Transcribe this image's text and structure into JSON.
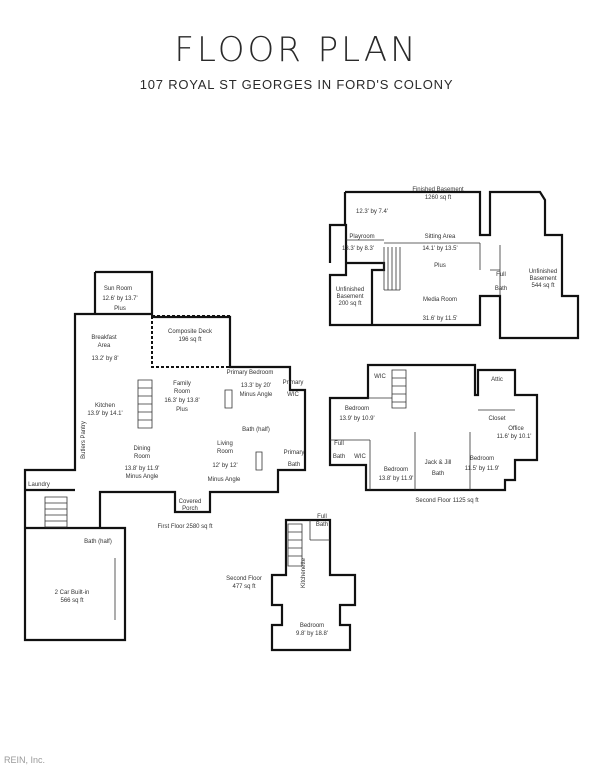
{
  "header": {
    "title": "FLOOR PLAN",
    "address": "107 ROYAL ST GEORGES IN FORD'S COLONY"
  },
  "basement": {
    "title": "Finished Basement",
    "sqft": "1260 sq ft",
    "rooms": [
      {
        "id": "dim-a",
        "line1": "12.3' by 7.4'",
        "line2": ""
      },
      {
        "id": "playroom",
        "line1": "Playroom",
        "line2": "13.3' by 8.3'"
      },
      {
        "id": "sitting",
        "line1": "Sitting Area",
        "line2": "14.1' by 13.5'",
        "line3": "Plus"
      },
      {
        "id": "full-bath",
        "line1": "Full",
        "line2": "Bath"
      },
      {
        "id": "unf-right",
        "line1": "Unfinished",
        "line2": "Basement",
        "line3": "544 sq ft"
      },
      {
        "id": "unf-left",
        "line1": "Unfinished",
        "line2": "Basement",
        "line3": "200 sq ft"
      },
      {
        "id": "media",
        "line1": "Media Room",
        "line2": "31.6' by 11.5'"
      }
    ]
  },
  "first_floor": {
    "caption": "First Floor 2580 sq ft",
    "deck_title": "Composite Deck",
    "deck_sqft": "196 sq ft",
    "rooms": [
      {
        "id": "sun",
        "line1": "Sun Room",
        "line2": "12.6' by 13.7'",
        "line3": "Plus"
      },
      {
        "id": "breakfast",
        "line1": "Breakfast",
        "line2": "Area",
        "line3": "13.2' by 8'"
      },
      {
        "id": "primary-bed",
        "line1": "Primary Bedroom",
        "line2": "13.3' by 20'",
        "line3": "Minus Angle"
      },
      {
        "id": "primary-wic",
        "line1": "Primary",
        "line2": "WIC"
      },
      {
        "id": "family",
        "line1": "Family",
        "line2": "Room",
        "line3": "16.3' by 13.8'",
        "line4": "Plus"
      },
      {
        "id": "kitchen",
        "line1": "Kitchen",
        "line2": "13.9' by 14.1'"
      },
      {
        "id": "bath-half",
        "line1": "Bath (half)"
      },
      {
        "id": "living",
        "line1": "Living",
        "line2": "Room",
        "line3": "12' by 12'"
      },
      {
        "id": "primary-bath",
        "line1": "Primary",
        "line2": "Bath"
      },
      {
        "id": "dining",
        "line1": "Dining",
        "line2": "Room",
        "line3": "13.8' by 11.9'",
        "line4": "Minus Angle"
      },
      {
        "id": "minus-angle",
        "line1": "Minus Angle"
      },
      {
        "id": "laundry",
        "line1": "Laundry"
      },
      {
        "id": "covered",
        "line1": "Covered",
        "line2": "Porch"
      },
      {
        "id": "bath-half-2",
        "line1": "Bath (half)"
      },
      {
        "id": "garage",
        "line1": "2 Car Built-in",
        "line2": "566 sq ft"
      }
    ],
    "butlers": "Butlers Pantry"
  },
  "second_floor": {
    "caption": "Second Floor 1125 sq ft",
    "rooms": [
      {
        "id": "wic",
        "line1": "WIC"
      },
      {
        "id": "attic",
        "line1": "Attic"
      },
      {
        "id": "bed1",
        "line1": "Bedroom",
        "line2": "13.9' by 10.9'"
      },
      {
        "id": "closet",
        "line1": "Closet"
      },
      {
        "id": "office",
        "line1": "Office",
        "line2": "11.6' by 10.1'"
      },
      {
        "id": "full-bath",
        "line1": "Full",
        "line2": "Bath"
      },
      {
        "id": "wic2",
        "line1": "WIC"
      },
      {
        "id": "jack-jill",
        "line1": "Jack & Jill",
        "line2": "Bath"
      },
      {
        "id": "bed2",
        "line1": "Bedroom",
        "line2": "13.8' by 11.9'"
      },
      {
        "id": "bed3",
        "line1": "Bedroom",
        "line2": "11.5' by 11.9'"
      }
    ]
  },
  "second_floor_small": {
    "caption_line1": "Second Floor",
    "caption_line2": "477 sq ft",
    "full_bath_1": "Full",
    "full_bath_2": "Bath",
    "kitchenette": "Kitchenette",
    "bedroom": "Bedroom",
    "bedroom_dim": "9.8' by 18.8'"
  },
  "watermark": "REIN, Inc."
}
